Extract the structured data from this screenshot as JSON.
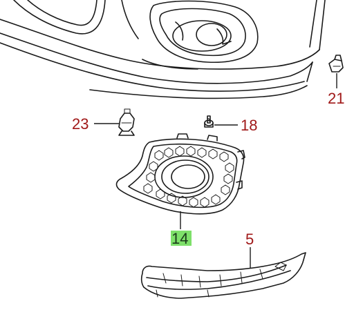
{
  "callouts": {
    "c21": "21",
    "c23": "23",
    "c18": "18",
    "c14": "14",
    "c5": "5"
  },
  "colors": {
    "callout_text": "#a01818",
    "highlight_bg": "#7ee06a",
    "line": "#1a1a1a"
  }
}
